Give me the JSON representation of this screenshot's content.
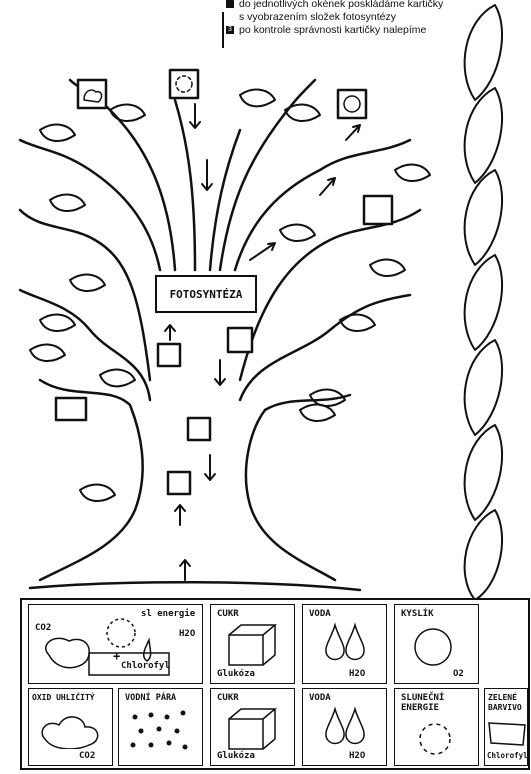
{
  "instructions": {
    "line1": "do jednotlivých okének poskládáme kartičky",
    "line2": "s vyobrazením složek fotosyntézy",
    "line3": "po kontrole správnosti kartičky nalepíme",
    "bullet2": "3"
  },
  "tree": {
    "center_label": "FOTOSYNTÉZA"
  },
  "cards": {
    "c1": {
      "co2": "CO2",
      "energy": "sl energie",
      "h2o": "H2O",
      "plus": "+",
      "chl": "Chlorofyl"
    },
    "c2": {
      "title": "CUKR",
      "sub": "Glukóza"
    },
    "c3": {
      "title": "VODA",
      "sub": "H2O"
    },
    "c4": {
      "title": "KYSLÍK",
      "sub": "O2"
    },
    "c5": {
      "title": "OXID UHLIČITÝ",
      "sub": "CO2"
    },
    "c6": {
      "title": "VODNÍ PÁRA"
    },
    "c7": {
      "title": "CUKR",
      "sub": "Glukóza"
    },
    "c8": {
      "title": "VODA",
      "sub": "H2O"
    },
    "c9": {
      "title": "SLUNEČNÍ ENERGIE"
    },
    "c10": {
      "title": "ZELENÉ BARVIVO",
      "sub": "Chlorofyl"
    }
  }
}
